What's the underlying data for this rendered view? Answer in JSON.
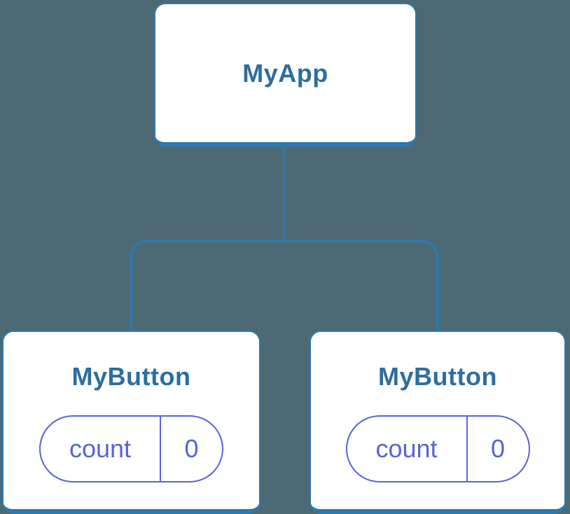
{
  "diagram": {
    "colors": {
      "background": "#4D6973",
      "line": "#2E78AD",
      "title": "#2D6E9E",
      "purple": "#5A63D8",
      "cardbg": "#FFFFFF"
    },
    "root": {
      "label": "MyApp"
    },
    "children": [
      {
        "label": "MyButton",
        "state": {
          "key": "count",
          "value": "0"
        }
      },
      {
        "label": "MyButton",
        "state": {
          "key": "count",
          "value": "0"
        }
      }
    ]
  }
}
